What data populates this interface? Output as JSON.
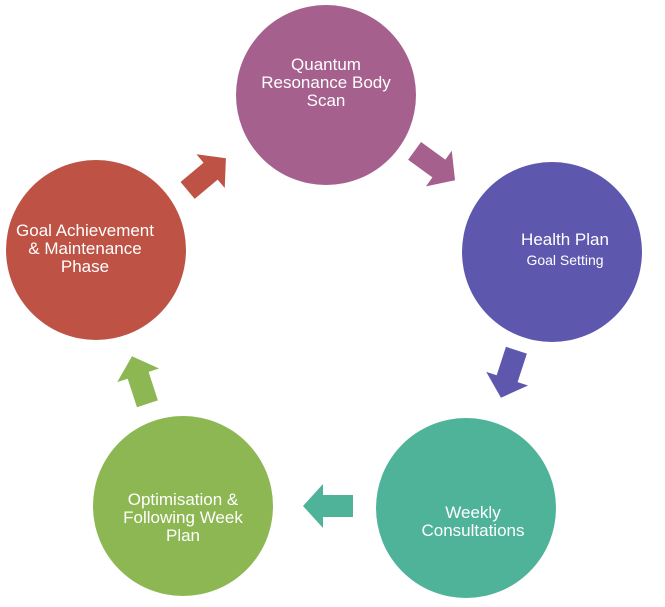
{
  "diagram": {
    "type": "cycle",
    "colors": {
      "scan": "#A6608E",
      "plan": "#5D58AE",
      "weekly": "#4FB399",
      "optimisation": "#8CB752",
      "goal": "#BE5345"
    },
    "stages": [
      {
        "id": "scan",
        "lines": [
          "Quantum",
          "Resonance Body",
          "Scan"
        ]
      },
      {
        "id": "plan",
        "lines": [
          "Health Plan"
        ],
        "sub": "Goal Setting"
      },
      {
        "id": "weekly",
        "lines": [
          "Weekly",
          "Consultations"
        ]
      },
      {
        "id": "optimisation",
        "lines": [
          "Optimisation &",
          "Following Week",
          "Plan"
        ]
      },
      {
        "id": "goal",
        "lines": [
          "Goal Achievement",
          "& Maintenance",
          "Phase"
        ]
      }
    ]
  }
}
